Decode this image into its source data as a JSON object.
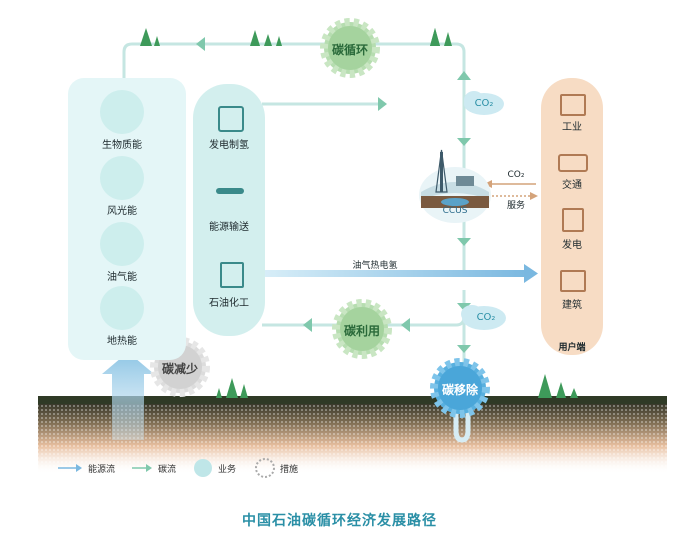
{
  "energy_sources": [
    "生物质能",
    "风光能",
    "油气能",
    "地热能"
  ],
  "business_units": [
    "发电制氢",
    "能源输送",
    "石油化工"
  ],
  "end_users": [
    "工业",
    "交通",
    "发电",
    "建筑"
  ],
  "end_users_title": "用户端",
  "gears": {
    "cycle": "碳循环",
    "utilize": "碳利用",
    "reduce": "碳减少",
    "remove": "碳移除"
  },
  "ccus": "CCUS",
  "co2": "CO₂",
  "service": "服务",
  "flow_label": "油气热电氢",
  "legend": {
    "energy_flow": "能源流",
    "carbon_flow": "碳流",
    "business": "业务",
    "measure": "措施"
  },
  "title": "中国石油碳循环经济发展路径",
  "colors": {
    "teal": "#2a8fa6",
    "gear_green": "#a8d8a0",
    "gear_gray": "#d6d6d6",
    "gear_blue": "#4aa8d8",
    "user_panel": "#f7dcc4",
    "source_panel": "#e4f6f7"
  }
}
